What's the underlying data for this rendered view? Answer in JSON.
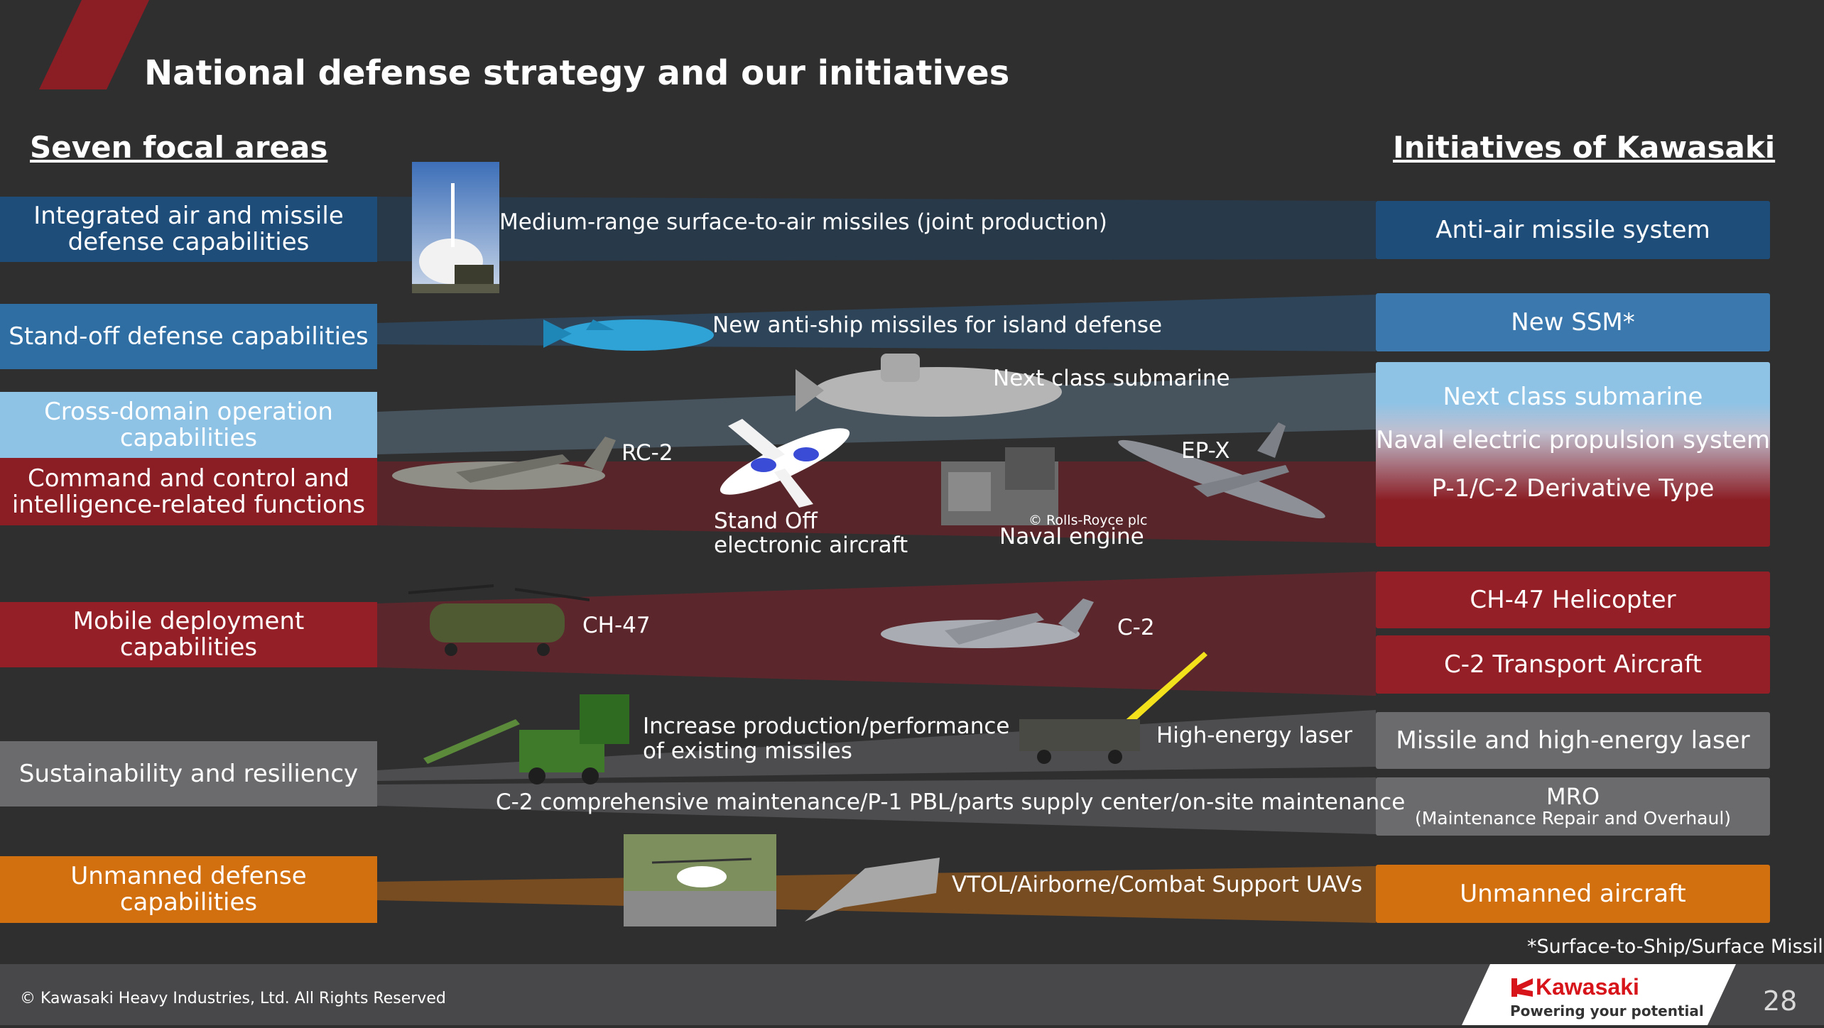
{
  "title": "National defense strategy and our initiatives",
  "left_heading": "Seven focal areas",
  "right_heading": "Initiatives of Kawasaki",
  "focal_areas": [
    {
      "label": "Integrated air and missile defense capabilities",
      "color": "#1e4d7a"
    },
    {
      "label": "Stand-off defense capabilities",
      "color": "#2f6ea3"
    },
    {
      "label": "Cross-domain operation capabilities",
      "color": "#8ec3e6"
    },
    {
      "label": "Command and control and intelligence-related functions",
      "color": "#8b1d24"
    },
    {
      "label": "Mobile deployment capabilities",
      "color": "#951f27"
    },
    {
      "label": "Sustainability and resiliency",
      "color": "#6b6b6d"
    },
    {
      "label": "Unmanned defense capabilities",
      "color": "#d2700f"
    }
  ],
  "initiatives": [
    {
      "label": "Anti-air missile system",
      "color": "#1e4d7a"
    },
    {
      "label": "New SSM*",
      "color": "#3a78ad"
    },
    {
      "label": "Next class submarine",
      "color": "#8ec3e6"
    },
    {
      "label": "Naval electric propulsion system",
      "color": "#b8a3b5"
    },
    {
      "label": "P-1/C-2 Derivative Type",
      "color": "#8b1d24"
    },
    {
      "label": "CH-47 Helicopter",
      "color": "#951f27"
    },
    {
      "label": "C-2 Transport Aircraft",
      "color": "#951f27"
    },
    {
      "label": "Missile and high-energy laser",
      "color": "#6b6b6d"
    },
    {
      "label": "MRO",
      "sublabel": "(Maintenance Repair and Overhaul)",
      "color": "#6b6b6d"
    },
    {
      "label": "Unmanned aircraft",
      "color": "#d2700f"
    }
  ],
  "item_labels": {
    "sam": "Medium-range surface-to-air missiles (joint production)",
    "anti_ship": "New anti-ship missiles for island defense",
    "submarine": "Next class submarine",
    "rc2": "RC-2",
    "standoff_line1": "Stand Off",
    "standoff_line2": "electronic aircraft",
    "rolls": "© Rolls-Royce plc",
    "naval_engine": "Naval engine",
    "epx": "EP-X",
    "ch47": "CH-47",
    "c2": "C-2",
    "missiles_line1": "Increase production/performance",
    "missiles_line2": "of existing missiles",
    "laser": "High-energy laser",
    "maintenance": "C-2 comprehensive maintenance/P-1 PBL/parts supply center/on-site maintenance",
    "uav": "VTOL/Airborne/Combat Support UAVs"
  },
  "footnote": "*Surface-to-Ship/Surface Missile",
  "copyright": "© Kawasaki Heavy Industries, Ltd. All Rights Reserved",
  "logo": {
    "brand": "Kawasaki",
    "tagline": "Powering your potential"
  },
  "page_number": "28"
}
